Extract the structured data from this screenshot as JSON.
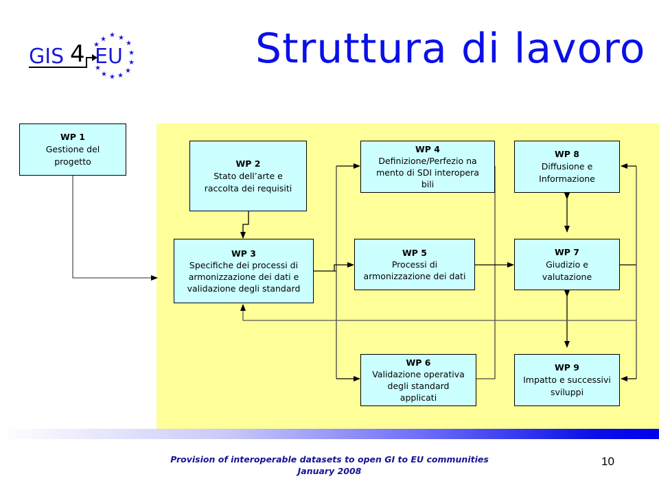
{
  "slide": {
    "title": "Struttura di lavoro",
    "logo": {
      "text_left": "GIS",
      "text_digit": "4",
      "text_right": "EU",
      "icon": "eu-stars-icon"
    },
    "colors": {
      "title": "#0a10e6",
      "panel": "#ffff99",
      "box": "#ccffff",
      "footer": "#141494"
    },
    "work_packages": [
      {
        "id": "WP 1",
        "label": "Gestione del progetto"
      },
      {
        "id": "WP 2",
        "label": "Stato dell’arte e raccolta dei requisiti"
      },
      {
        "id": "WP 3",
        "label": "Specifiche dei processi di armonizzazione dei dati e validazione degli standard"
      },
      {
        "id": "WP 4",
        "label": "Definizione/Perfezio namento di SDI interoperabili"
      },
      {
        "id": "WP 5",
        "label": "Processi di armonizzazione dei dati"
      },
      {
        "id": "WP 6",
        "label": "Validazione operativa degli standard applicati"
      },
      {
        "id": "WP 7",
        "label": "Giudizio e valutazione"
      },
      {
        "id": "WP 8",
        "label": "Diffusione e Informazione"
      },
      {
        "id": "WP 9",
        "label": "Impatto e successivi sviluppi"
      }
    ],
    "connections": [
      {
        "from": "WP 1",
        "to": "WP 3 panel"
      },
      {
        "from": "WP 2",
        "to": "WP 3"
      },
      {
        "from": "WP 3",
        "to": "WP 4"
      },
      {
        "from": "WP 3",
        "to": "WP 5"
      },
      {
        "from": "WP 3",
        "to": "WP 6"
      },
      {
        "from": "WP 4",
        "to": "WP 7"
      },
      {
        "from": "WP 5",
        "to": "WP 7"
      },
      {
        "from": "WP 6",
        "to": "WP 7"
      },
      {
        "from": "WP 7",
        "to": "WP 8",
        "bidirectional": true
      },
      {
        "from": "WP 7",
        "to": "WP 9",
        "bidirectional": true
      },
      {
        "from": "WP 7",
        "to": "WP 3"
      },
      {
        "from": "WP 7",
        "to": "WP 8"
      },
      {
        "from": "WP 7",
        "to": "WP 9"
      }
    ],
    "footer": {
      "line1": "Provision of interoperable datasets to open GI to EU communities",
      "line2": "January 2008"
    },
    "page_number": "10"
  }
}
